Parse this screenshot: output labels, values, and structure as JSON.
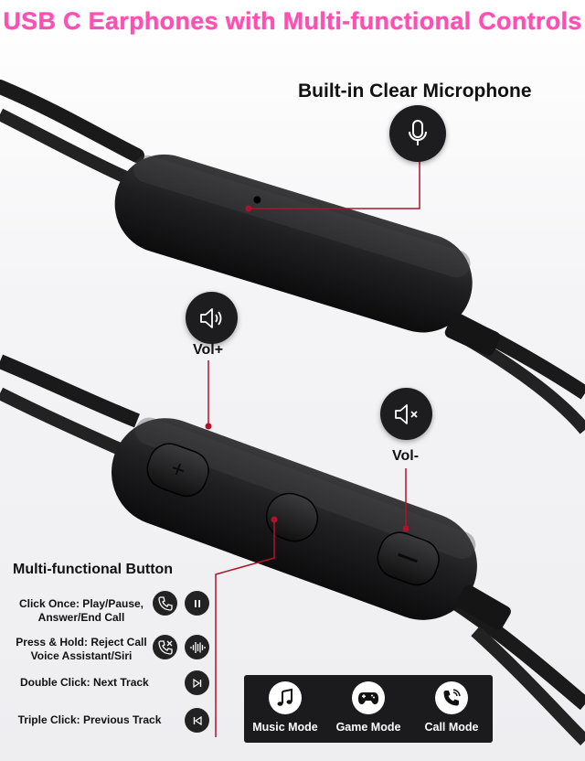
{
  "title": "USB C Earphones with Multi-functional Controls",
  "microphone": {
    "label": "Built-in Clear Microphone",
    "icon": "microphone-icon"
  },
  "volume_up": {
    "label": "Vol+",
    "icon": "speaker-volume-icon"
  },
  "volume_down": {
    "label": "Vol-",
    "icon": "speaker-mute-icon"
  },
  "multi_function": {
    "title": "Multi-functional Button",
    "items": [
      {
        "text": "Click Once: Play/Pause,\nAnswer/End Call",
        "icons": [
          "phone-icon",
          "pause-icon"
        ]
      },
      {
        "text": "Press & Hold: Reject Call\nVoice Assistant/Siri",
        "icons": [
          "reject-call-icon",
          "soundwave-icon"
        ]
      },
      {
        "text": "Double Click: Next Track",
        "icons": [
          "next-track-icon"
        ]
      },
      {
        "text": "Triple Click: Previous Track",
        "icons": [
          "previous-track-icon"
        ]
      }
    ]
  },
  "modes": [
    {
      "label": "Music Mode",
      "icon": "music-note-icon"
    },
    {
      "label": "Game Mode",
      "icon": "gamepad-icon"
    },
    {
      "label": "Call Mode",
      "icon": "phone-call-icon"
    }
  ],
  "colors": {
    "title": "#ff4fb3",
    "accent_line": "#b0122a",
    "dark": "#1b1b1d"
  }
}
